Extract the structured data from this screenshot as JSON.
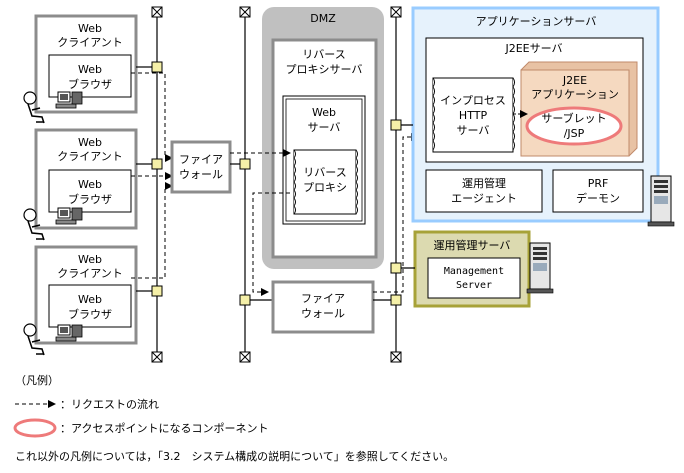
{
  "clients": [
    {
      "title": [
        "Web",
        "クライアント"
      ],
      "browser": [
        "Web",
        "ブラウザ"
      ]
    },
    {
      "title": [
        "Web",
        "クライアント"
      ],
      "browser": [
        "Web",
        "ブラウザ"
      ]
    },
    {
      "title": [
        "Web",
        "クライアント"
      ],
      "browser": [
        "Web",
        "ブラウザ"
      ]
    }
  ],
  "firewall_left": [
    "ファイア",
    "ウォール"
  ],
  "dmz": {
    "label": "DMZ",
    "proxy_server": [
      "リバース",
      "プロキシサーバ"
    ],
    "web_server": [
      "Web",
      "サーバ"
    ],
    "reverse_proxy": [
      "リバース",
      "プロキシ"
    ]
  },
  "firewall_bottom": [
    "ファイア",
    "ウォール"
  ],
  "app_server": {
    "title": "アプリケーションサーバ",
    "j2ee_server": "J2EEサーバ",
    "inprocess_http": [
      "インプロセス",
      "HTTP",
      "サーバ"
    ],
    "j2ee_app": [
      "J2EE",
      "アプリケーション"
    ],
    "servlet": [
      "サーブレット",
      "/JSP"
    ],
    "ops_agent": [
      "運用管理",
      "エージェント"
    ],
    "prf_daemon": [
      "PRF",
      "デーモン"
    ]
  },
  "mgmt_server": {
    "title": "運用管理サーバ",
    "box": [
      "Management",
      "Server"
    ]
  },
  "legend": {
    "heading": "（凡例）",
    "request_flow": "：リクエストの流れ",
    "access_point": "：アクセスポイントになるコンポーネント",
    "note": "これ以外の凡例については，「3.2　システム構成の説明について」を参照してください。"
  },
  "colors": {
    "dmz_fill": "#c0c0c0",
    "app_server_border": "#99ccff",
    "app_server_fill": "#e6f2fc",
    "j2ee_app_fill": "#f5d9c0",
    "j2ee_app_border": "#c08a6a",
    "access_point_ring": "#ee7a7a",
    "mgmt_border": "#a7a238",
    "mgmt_fill": "#dcdab0",
    "hub_fill": "#f5f0a8"
  }
}
